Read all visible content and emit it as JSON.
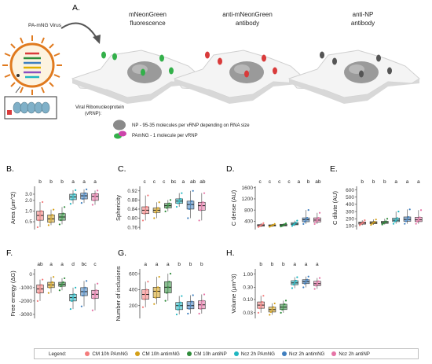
{
  "figure": {
    "panelA": {
      "letter": "A.",
      "virus_label": "PA-mNG Virus",
      "titles": [
        [
          "mNeonGreen",
          "fluorescence"
        ],
        [
          "anti-mNeonGreen",
          "antibody"
        ],
        [
          "anti-NP",
          "antibody"
        ]
      ],
      "vrnp_label": [
        "Viral Ribonucleoprotein",
        "(vRNP):"
      ],
      "np_note": "NP - 95-35 molecules per vRNP depending on RNA size",
      "pa_note": "PAmNG - 1 molecule per vRNP"
    },
    "legend": {
      "title": "Legend:",
      "items": [
        {
          "label": "CM 10h PAmNG",
          "color": "#f47c7c"
        },
        {
          "label": "CM 10h antimNG",
          "color": "#d4a017"
        },
        {
          "label": "CM 10h antiNP",
          "color": "#2e8b3a"
        },
        {
          "label": "Ncz 2h PAmNG",
          "color": "#1fb6c1"
        },
        {
          "label": "Ncz 2h antimNG",
          "color": "#3f7fbf"
        },
        {
          "label": "Ncz 2h antiNP",
          "color": "#e673a6"
        }
      ]
    }
  },
  "chart_data": [
    {
      "panel": "B.",
      "type": "box",
      "ylabel": "Area (μm^2)",
      "scale": "log",
      "ylim": [
        0.3,
        5
      ],
      "ticks": [
        "0.5",
        "1.0",
        "2.0",
        "3.0"
      ],
      "tick_values": [
        0.5,
        1.0,
        2.0,
        3.0
      ],
      "sig": [
        "b",
        "b",
        "b",
        "a",
        "a",
        "a"
      ],
      "medians": [
        0.75,
        0.6,
        0.68,
        2.5,
        2.7,
        2.6
      ],
      "q1": [
        0.55,
        0.48,
        0.55,
        2.1,
        2.2,
        2.0
      ],
      "q3": [
        1.0,
        0.78,
        0.85,
        3.0,
        3.2,
        3.1
      ],
      "min": [
        0.35,
        0.4,
        0.42,
        1.6,
        1.7,
        1.5
      ],
      "max": [
        1.8,
        1.1,
        1.3,
        3.9,
        4.1,
        3.8
      ]
    },
    {
      "panel": "C.",
      "type": "box",
      "ylabel": "Sphericity",
      "scale": "linear",
      "ylim": [
        0.75,
        0.94
      ],
      "ticks": [
        "0.76",
        "0.80",
        "0.84",
        "0.88",
        "0.92"
      ],
      "tick_values": [
        0.76,
        0.8,
        0.84,
        0.88,
        0.92
      ],
      "sig": [
        "c",
        "c",
        "c",
        "bc",
        "a",
        "ab",
        "ab"
      ],
      "medians": [
        0.835,
        0.835,
        0.855,
        0.875,
        0.86,
        0.855
      ],
      "q1": [
        0.82,
        0.825,
        0.845,
        0.865,
        0.84,
        0.835
      ],
      "q3": [
        0.85,
        0.845,
        0.865,
        0.885,
        0.875,
        0.87
      ],
      "min": [
        0.79,
        0.8,
        0.83,
        0.85,
        0.8,
        0.79
      ],
      "max": [
        0.9,
        0.87,
        0.88,
        0.91,
        0.92,
        0.91
      ]
    },
    {
      "panel": "D.",
      "type": "box",
      "ylabel": "C dense (AU)",
      "scale": "linear",
      "ylim": [
        100,
        1650
      ],
      "ticks": [
        "400",
        "800",
        "1200",
        "1600"
      ],
      "tick_values": [
        400,
        800,
        1200,
        1600
      ],
      "sig": [
        "c",
        "c",
        "c",
        "c",
        "a",
        "b",
        "ab"
      ],
      "medians": [
        250,
        250,
        260,
        300,
        450,
        440
      ],
      "q1": [
        220,
        225,
        230,
        270,
        380,
        370
      ],
      "q3": [
        280,
        270,
        290,
        350,
        520,
        520
      ],
      "min": [
        190,
        200,
        210,
        230,
        300,
        300
      ],
      "max": [
        330,
        300,
        320,
        420,
        800,
        700
      ]
    },
    {
      "panel": "E.",
      "type": "box",
      "ylabel": "C dilute (AU)",
      "scale": "linear",
      "ylim": [
        50,
        650
      ],
      "ticks": [
        "100",
        "200",
        "300",
        "400",
        "500",
        "600"
      ],
      "tick_values": [
        100,
        200,
        300,
        400,
        500,
        600
      ],
      "sig": [
        "b",
        "b",
        "b",
        "a",
        "a",
        "a"
      ],
      "medians": [
        140,
        145,
        150,
        180,
        190,
        185
      ],
      "q1": [
        125,
        130,
        135,
        160,
        165,
        160
      ],
      "q3": [
        155,
        160,
        165,
        210,
        225,
        220
      ],
      "min": [
        110,
        115,
        120,
        130,
        130,
        130
      ],
      "max": [
        180,
        190,
        200,
        300,
        330,
        320
      ]
    },
    {
      "panel": "F.",
      "type": "box",
      "ylabel": "Free energy (ΔG)",
      "scale": "linear",
      "ylim": [
        -3300,
        400
      ],
      "ticks": [
        "0",
        "-1000",
        "-2000",
        "-3000"
      ],
      "tick_values": [
        0,
        -1000,
        -2000,
        -3000
      ],
      "sig": [
        "ab",
        "a",
        "a",
        "d",
        "bc",
        "c"
      ],
      "medians": [
        -1100,
        -800,
        -750,
        -1750,
        -1300,
        -1500
      ],
      "q1": [
        -1400,
        -1000,
        -900,
        -2000,
        -1600,
        -1800
      ],
      "q3": [
        -800,
        -600,
        -600,
        -1500,
        -1000,
        -1200
      ],
      "min": [
        -2000,
        -1400,
        -1200,
        -2600,
        -2400,
        -2700
      ],
      "max": [
        -400,
        -200,
        -300,
        -1000,
        -500,
        -700
      ]
    },
    {
      "panel": "G.",
      "type": "box",
      "ylabel": "Number of inclusions",
      "scale": "linear",
      "ylim": [
        40,
        660
      ],
      "ticks": [
        "200",
        "400",
        "600"
      ],
      "tick_values": [
        200,
        400,
        600
      ],
      "sig": [
        "a",
        "a",
        "a",
        "b",
        "b",
        "b"
      ],
      "medians": [
        340,
        380,
        430,
        200,
        200,
        210
      ],
      "q1": [
        280,
        300,
        360,
        150,
        160,
        160
      ],
      "q3": [
        400,
        430,
        500,
        240,
        250,
        260
      ],
      "min": [
        180,
        220,
        260,
        90,
        100,
        100
      ],
      "max": [
        500,
        560,
        600,
        320,
        330,
        340
      ]
    },
    {
      "panel": "H.",
      "type": "box",
      "ylabel": "Volume (μm^3)",
      "scale": "log",
      "ylim": [
        0.018,
        1.6
      ],
      "ticks": [
        "0.03",
        "0.10",
        "0.30",
        "1.00"
      ],
      "tick_values": [
        0.03,
        0.1,
        0.3,
        1.0
      ],
      "sig": [
        "b",
        "b",
        "b",
        "a",
        "a",
        "a"
      ],
      "medians": [
        0.06,
        0.04,
        0.05,
        0.45,
        0.5,
        0.42
      ],
      "q1": [
        0.045,
        0.032,
        0.04,
        0.38,
        0.42,
        0.35
      ],
      "q3": [
        0.08,
        0.05,
        0.065,
        0.55,
        0.6,
        0.52
      ],
      "min": [
        0.03,
        0.025,
        0.03,
        0.28,
        0.3,
        0.26
      ],
      "max": [
        0.14,
        0.07,
        0.09,
        0.75,
        0.8,
        0.7
      ]
    }
  ]
}
